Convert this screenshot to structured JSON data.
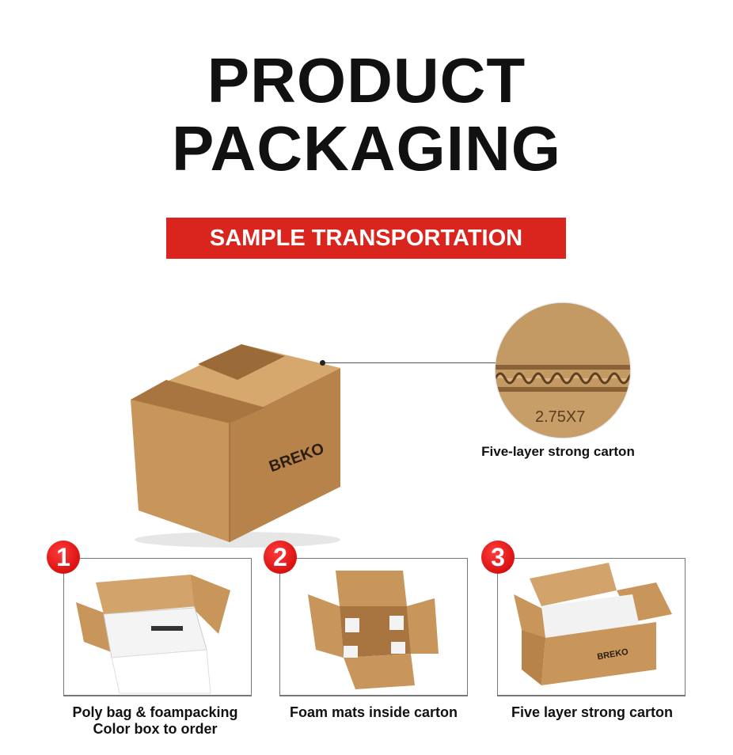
{
  "header": {
    "title_line1": "PRODUCT",
    "title_line2": "PACKAGING",
    "banner": "SAMPLE TRANSPORTATION",
    "banner_color": "#d9251d"
  },
  "hero": {
    "brand_print": "BREKO",
    "callout_label": "Five-layer strong carton",
    "circle_print": "2.75X7"
  },
  "steps": [
    {
      "number": "1",
      "caption_line1": "Poly bag & foampacking",
      "caption_line2": "Color box to order"
    },
    {
      "number": "2",
      "caption_line1": "Foam mats inside carton",
      "caption_line2": ""
    },
    {
      "number": "3",
      "caption_line1": "Five layer strong carton",
      "caption_line2": "",
      "brand_print": "BREKO"
    }
  ]
}
